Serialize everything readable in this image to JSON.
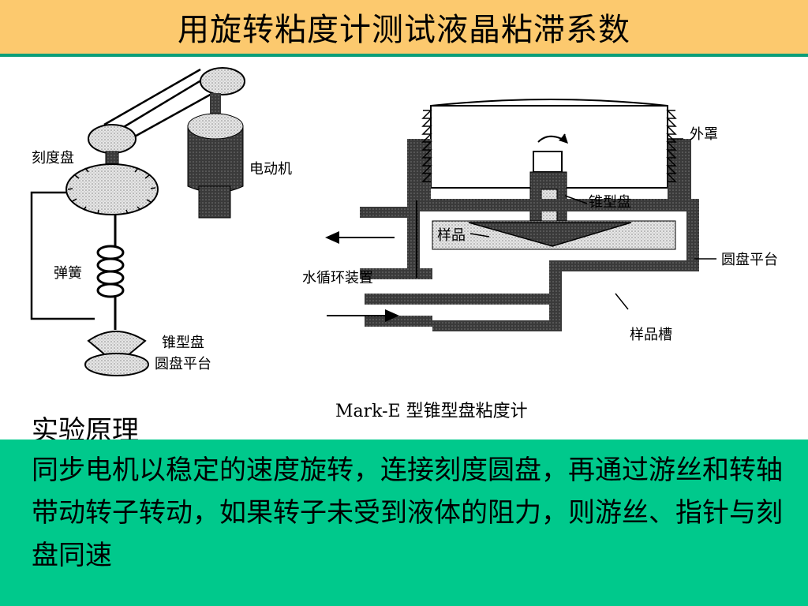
{
  "slide": {
    "title": "用旋转粘度计测试液晶粘滞系数",
    "caption": "Mark-E 型锥型盘粘度计",
    "section_title": "实验原理",
    "body_text": "同步电机以稳定的速度旋转，连接刻度圆盘，再通过游丝和转轴带动转子转动，如果转子未受到液体的阻力，则游丝、指针与刻盘同速",
    "colors": {
      "title_bg": "#fcc96e",
      "title_border": "#0a9e78",
      "panel_bg": "#00c98c"
    }
  },
  "left_diagram": {
    "labels": {
      "dial": "刻度盘",
      "motor": "电动机",
      "spring": "弹簧",
      "cone": "锥型盘",
      "plate": "圆盘平台"
    }
  },
  "right_diagram": {
    "labels": {
      "cover": "外罩",
      "cone": "锥型盘",
      "sample": "样品",
      "water": "水循环装置",
      "plate": "圆盘平台",
      "groove": "样品槽"
    }
  }
}
